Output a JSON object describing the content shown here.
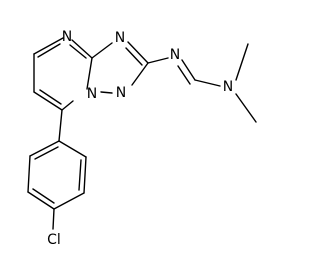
{
  "structure": {
    "atoms": {
      "n_pyrimidine_top": "N",
      "n_triazole_top": "N",
      "n_bridge": "N",
      "n_triazole_bottom": "N",
      "n_imine": "N",
      "n_dimethyl": "N",
      "chlorine": "Cl"
    }
  },
  "colors": {
    "ink": "#000000",
    "background": "#ffffff"
  }
}
